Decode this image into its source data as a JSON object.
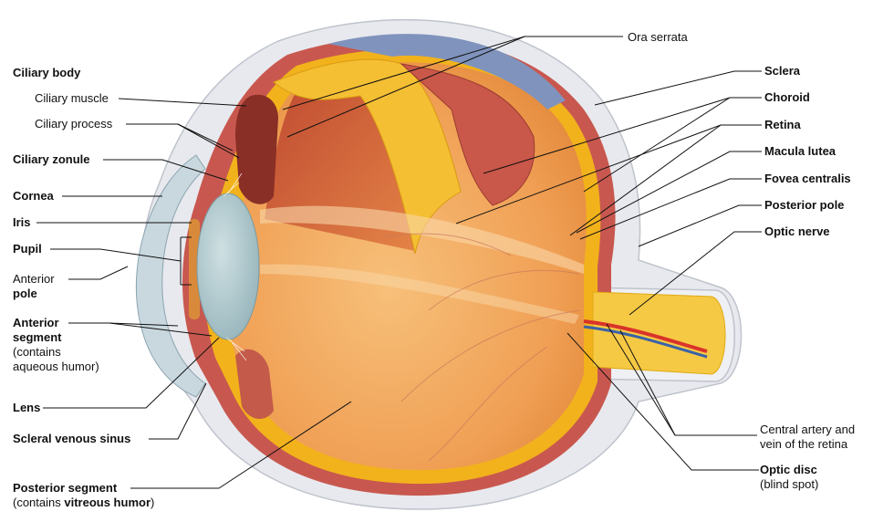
{
  "labels_left": {
    "ciliary_body": "Ciliary body",
    "ciliary_muscle": "Ciliary muscle",
    "ciliary_process": "Ciliary process",
    "ciliary_zonule": "Ciliary zonule",
    "cornea": "Cornea",
    "iris": "Iris",
    "pupil": "Pupil",
    "anterior_pole_1": "Anterior",
    "anterior_pole_2": "pole",
    "anterior_segment_1": "Anterior",
    "anterior_segment_2": "segment",
    "anterior_segment_3": "(contains",
    "anterior_segment_4": "aqueous humor)",
    "lens": "Lens",
    "scleral_venous_sinus": "Scleral venous sinus",
    "posterior_segment": "Posterior segment",
    "posterior_segment_pre": "(contains ",
    "posterior_segment_bold": "vitreous humor",
    "posterior_segment_post": ")"
  },
  "labels_top": {
    "ora_serrata": "Ora serrata"
  },
  "labels_right": {
    "sclera": "Sclera",
    "choroid": "Choroid",
    "retina": "Retina",
    "macula_lutea": "Macula lutea",
    "fovea_centralis": "Fovea centralis",
    "posterior_pole": "Posterior pole",
    "optic_nerve": "Optic nerve",
    "central_artery_1": "Central artery and",
    "central_artery_2": "vein of the retina",
    "optic_disc": "Optic disc",
    "optic_disc_sub": "(blind spot)"
  },
  "colors": {
    "sclera": "#e8e9ee",
    "choroid": "#c8584f",
    "retina": "#f2b21c",
    "vitreous": "#f3a95e",
    "vitreous_dark": "#e68a3f",
    "cornea": "#c9d8df",
    "lens": "#a9c3c9",
    "muscle": "#8a2f26",
    "sky": "#7f93bd",
    "artery": "#d9332a",
    "vein": "#3a62a8"
  }
}
